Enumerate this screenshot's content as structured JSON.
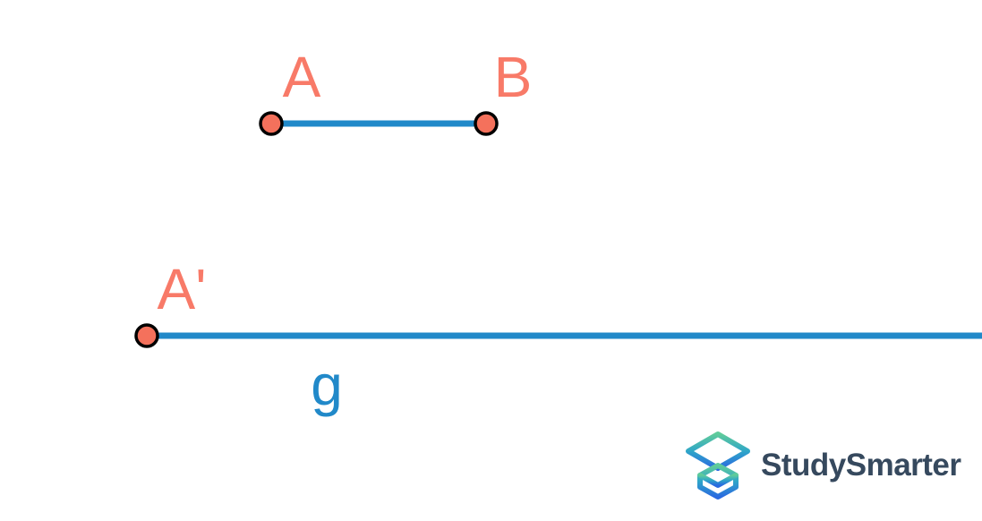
{
  "diagram": {
    "labels": {
      "point_a": "A",
      "point_b": "B",
      "point_a_prime": "A'",
      "line_g": "g"
    },
    "colors": {
      "point_fill": "#F4715C",
      "point_outline": "#000000",
      "line": "#2189C9",
      "point_label": "#F87A68",
      "line_label": "#2189C9"
    }
  },
  "logo": {
    "brand": "StudySmarter",
    "text_color": "#36495E",
    "icon_gradient_top": "#5FCB9B",
    "icon_gradient_middle": "#2FA6C8",
    "icon_gradient_bottom": "#2A6AE0"
  }
}
